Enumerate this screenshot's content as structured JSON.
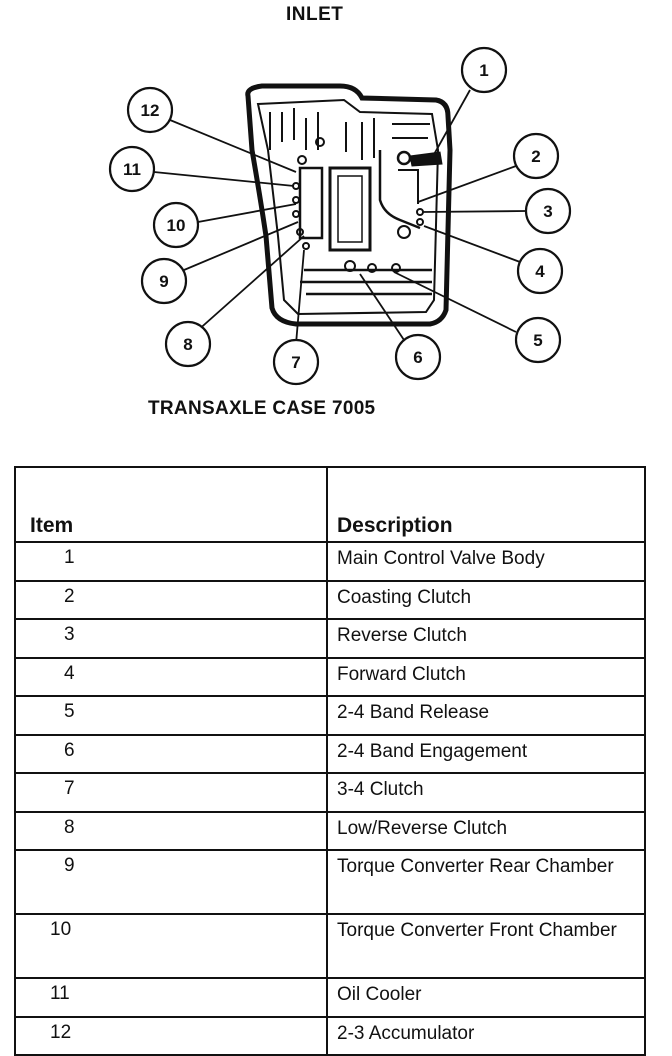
{
  "diagram": {
    "inlet_label": "INLET",
    "case_label": "TRANSAXLE CASE 7005",
    "callouts": [
      "1",
      "2",
      "3",
      "4",
      "5",
      "6",
      "7",
      "8",
      "9",
      "10",
      "11",
      "12"
    ]
  },
  "table": {
    "header": {
      "item": "Item",
      "description": "Description"
    },
    "rows": [
      {
        "item": "1",
        "description": "Main Control Valve Body"
      },
      {
        "item": "2",
        "description": "Coasting Clutch"
      },
      {
        "item": "3",
        "description": "Reverse Clutch"
      },
      {
        "item": "4",
        "description": "Forward Clutch"
      },
      {
        "item": "5",
        "description": "2-4 Band Release"
      },
      {
        "item": "6",
        "description": "2-4 Band Engagement"
      },
      {
        "item": "7",
        "description": "3-4 Clutch"
      },
      {
        "item": "8",
        "description": "Low/Reverse Clutch"
      },
      {
        "item": "9",
        "description": "Torque Converter Rear Chamber"
      },
      {
        "item": "10",
        "description": "Torque Converter Front Chamber"
      },
      {
        "item": "11",
        "description": "Oil Cooler"
      },
      {
        "item": "12",
        "description": "2-3 Accumulator"
      }
    ]
  }
}
